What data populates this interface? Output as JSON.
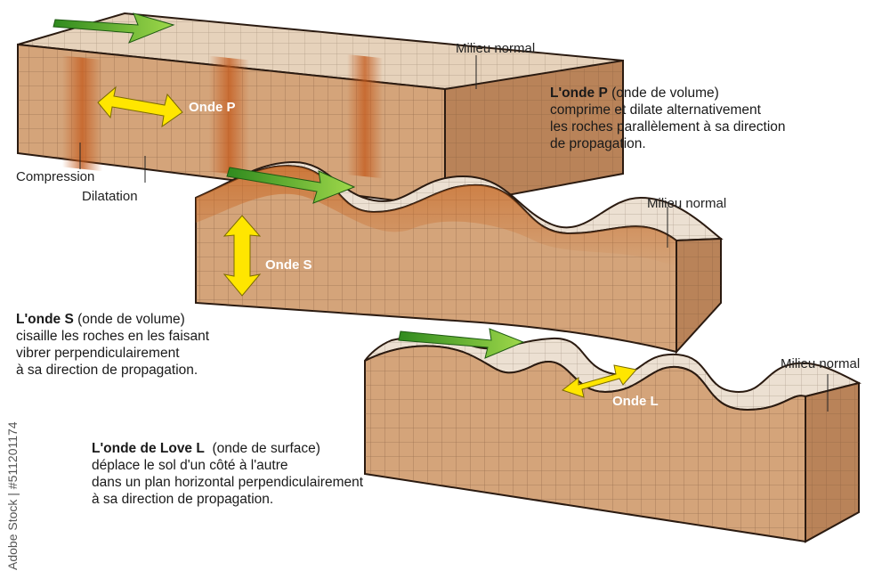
{
  "p_wave": {
    "label": "Onde P",
    "normal_medium": "Milieu normal",
    "compression": "Compression",
    "dilatation": "Dilatation",
    "title": "L'onde P",
    "subtitle": "(onde de volume)",
    "desc": [
      "comprime et dilate alternativement",
      "les roches parallèlement à sa direction",
      "de propagation."
    ]
  },
  "s_wave": {
    "label": "Onde S",
    "normal_medium": "Milieu normal",
    "title": "L'onde S",
    "subtitle": "(onde de volume)",
    "desc": [
      "cisaille les roches en les faisant",
      "vibrer perpendiculairement",
      "à sa direction de propagation."
    ]
  },
  "l_wave": {
    "label": "Onde L",
    "normal_medium": "Milieu normal",
    "title": "L'onde de Love L",
    "subtitle": "(onde de surface)",
    "desc": [
      "déplace le sol d'un côté à l'autre",
      "dans un plan horizontal perpendiculairement",
      "à sa direction de propagation."
    ]
  },
  "watermark": "Adobe Stock | #511201174",
  "colors": {
    "rock_front": "#d4a47a",
    "rock_side": "#b98359",
    "rock_top": "#ead7c2",
    "compression": "#c45a1c",
    "propagation_arrow": "#4caf2a",
    "motion_arrow": "#ffe600"
  }
}
